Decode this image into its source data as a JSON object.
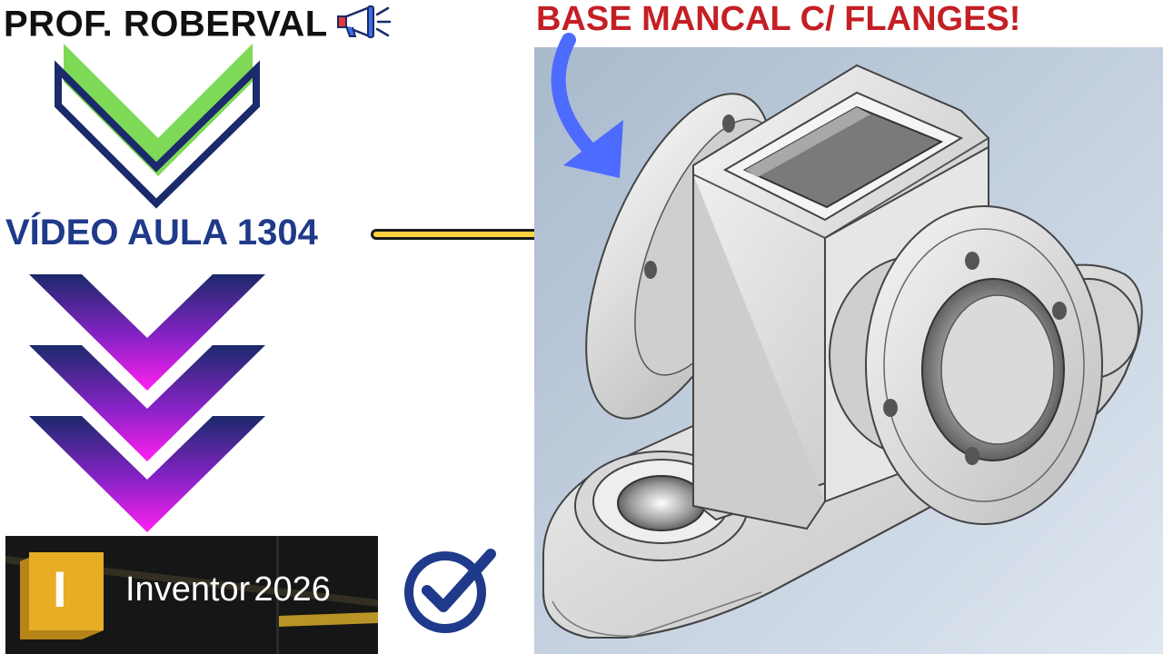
{
  "header": {
    "author": "PROF. ROBERVAL",
    "author_icon": "megaphone-icon",
    "headline": "BASE MANCAL C/ FLANGES!"
  },
  "lesson": {
    "title": "VÍDEO AULA 1304"
  },
  "software": {
    "logo_letter": "I",
    "name": "Inventor",
    "year": "2026"
  },
  "badge_icon": "check-circle-icon",
  "colors": {
    "headline_red": "#c41f25",
    "lesson_blue": "#1f3a8a",
    "chevron_green": "#7ed957",
    "chevron_navy": "#1b2a6b",
    "chevron_magenta": "#ee22e0",
    "arrow_yellow": "#ffd23f",
    "arrow_blue": "#4d6bff",
    "viewport_bg_top": "#a9bacd",
    "viewport_bg_bottom": "#dfe7f1",
    "inventor_gold": "#e7ad25"
  }
}
